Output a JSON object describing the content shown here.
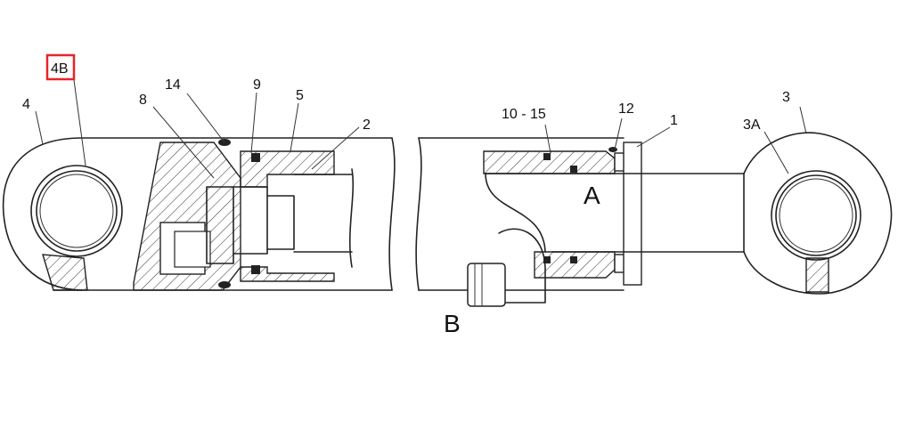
{
  "callouts": {
    "c4": "4",
    "c4B": "4B",
    "c8": "8",
    "c14": "14",
    "c9": "9",
    "c5": "5",
    "c2": "2",
    "c1015": "10 - 15",
    "c12": "12",
    "c1": "1",
    "c3": "3",
    "c3A": "3A"
  },
  "ports": {
    "a": "A",
    "b": "B"
  },
  "colors": {
    "line": "#222222",
    "highlight": "#e8232a"
  }
}
